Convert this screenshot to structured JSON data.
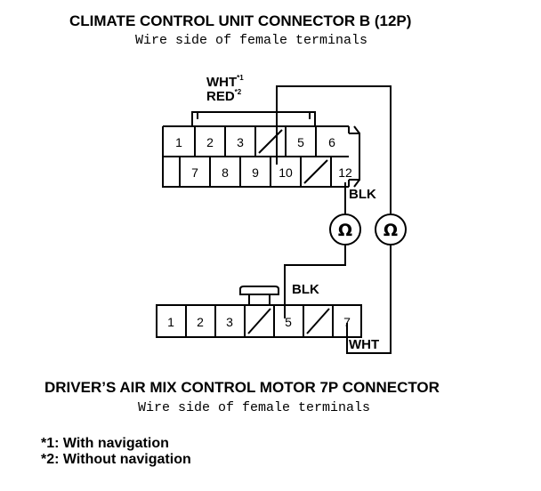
{
  "connector_b": {
    "title": "CLIMATE CONTROL UNIT CONNECTOR B (12P)",
    "subtitle": "Wire side of female terminals",
    "top_row": [
      "1",
      "2",
      "3",
      "",
      "5",
      "6"
    ],
    "bottom_row": [
      "7",
      "8",
      "9",
      "10",
      "",
      "12"
    ]
  },
  "connector_motor": {
    "title": "DRIVER’S AIR MIX CONTROL MOTOR 7P CONNECTOR",
    "subtitle": "Wire side of female terminals",
    "pins": [
      "1",
      "2",
      "3",
      "",
      "5",
      "",
      "7"
    ]
  },
  "wires": {
    "wht_label": "WHT",
    "wht_mark": "*1",
    "red_label": "RED",
    "red_mark": "*2",
    "blk_upper": "BLK",
    "blk_lower": "BLK",
    "wht_lower": "WHT"
  },
  "meters": {
    "symbol": "Ω"
  },
  "notes": [
    "*1: With navigation",
    "*2: Without navigation"
  ]
}
